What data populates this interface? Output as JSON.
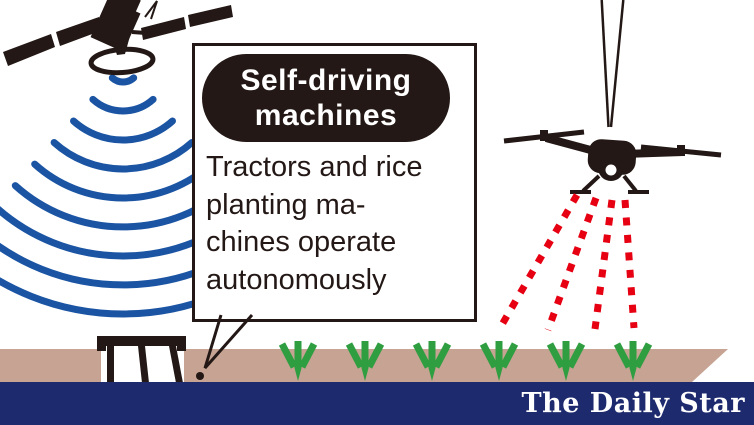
{
  "bubble": {
    "title_lines": [
      "Self-driving",
      "machines"
    ],
    "body_lines": [
      "Tractors and rice",
      "planting ma-",
      "chines operate",
      "autonomously"
    ]
  },
  "footer": {
    "logo_text": "The Daily Star"
  },
  "colors": {
    "ink": "#231815",
    "signal_blue": "#1a54a3",
    "spray_red": "#e60012",
    "sprout_green": "#2f9e41",
    "soil_tan": "#c6a392",
    "footer_navy": "#1d2a6e"
  },
  "icons": {
    "satellite-icon": "black satellite silhouette with solar wings and dish",
    "signal-arcs-icon": "nine concentric blue arcs radiating downward",
    "gps-beam-icon": "two thin converging lines from top onto drone",
    "drone-icon": "black quadcopter silhouette with camera and legs",
    "spray-dashes-icon": "four red dashed spray lines",
    "rice-sprout-icon": "green three-blade seedling",
    "tractor-icon": "black tractor canopy over white cab at horizon",
    "speech-tail-icon": "open triangle pointer with dot"
  }
}
